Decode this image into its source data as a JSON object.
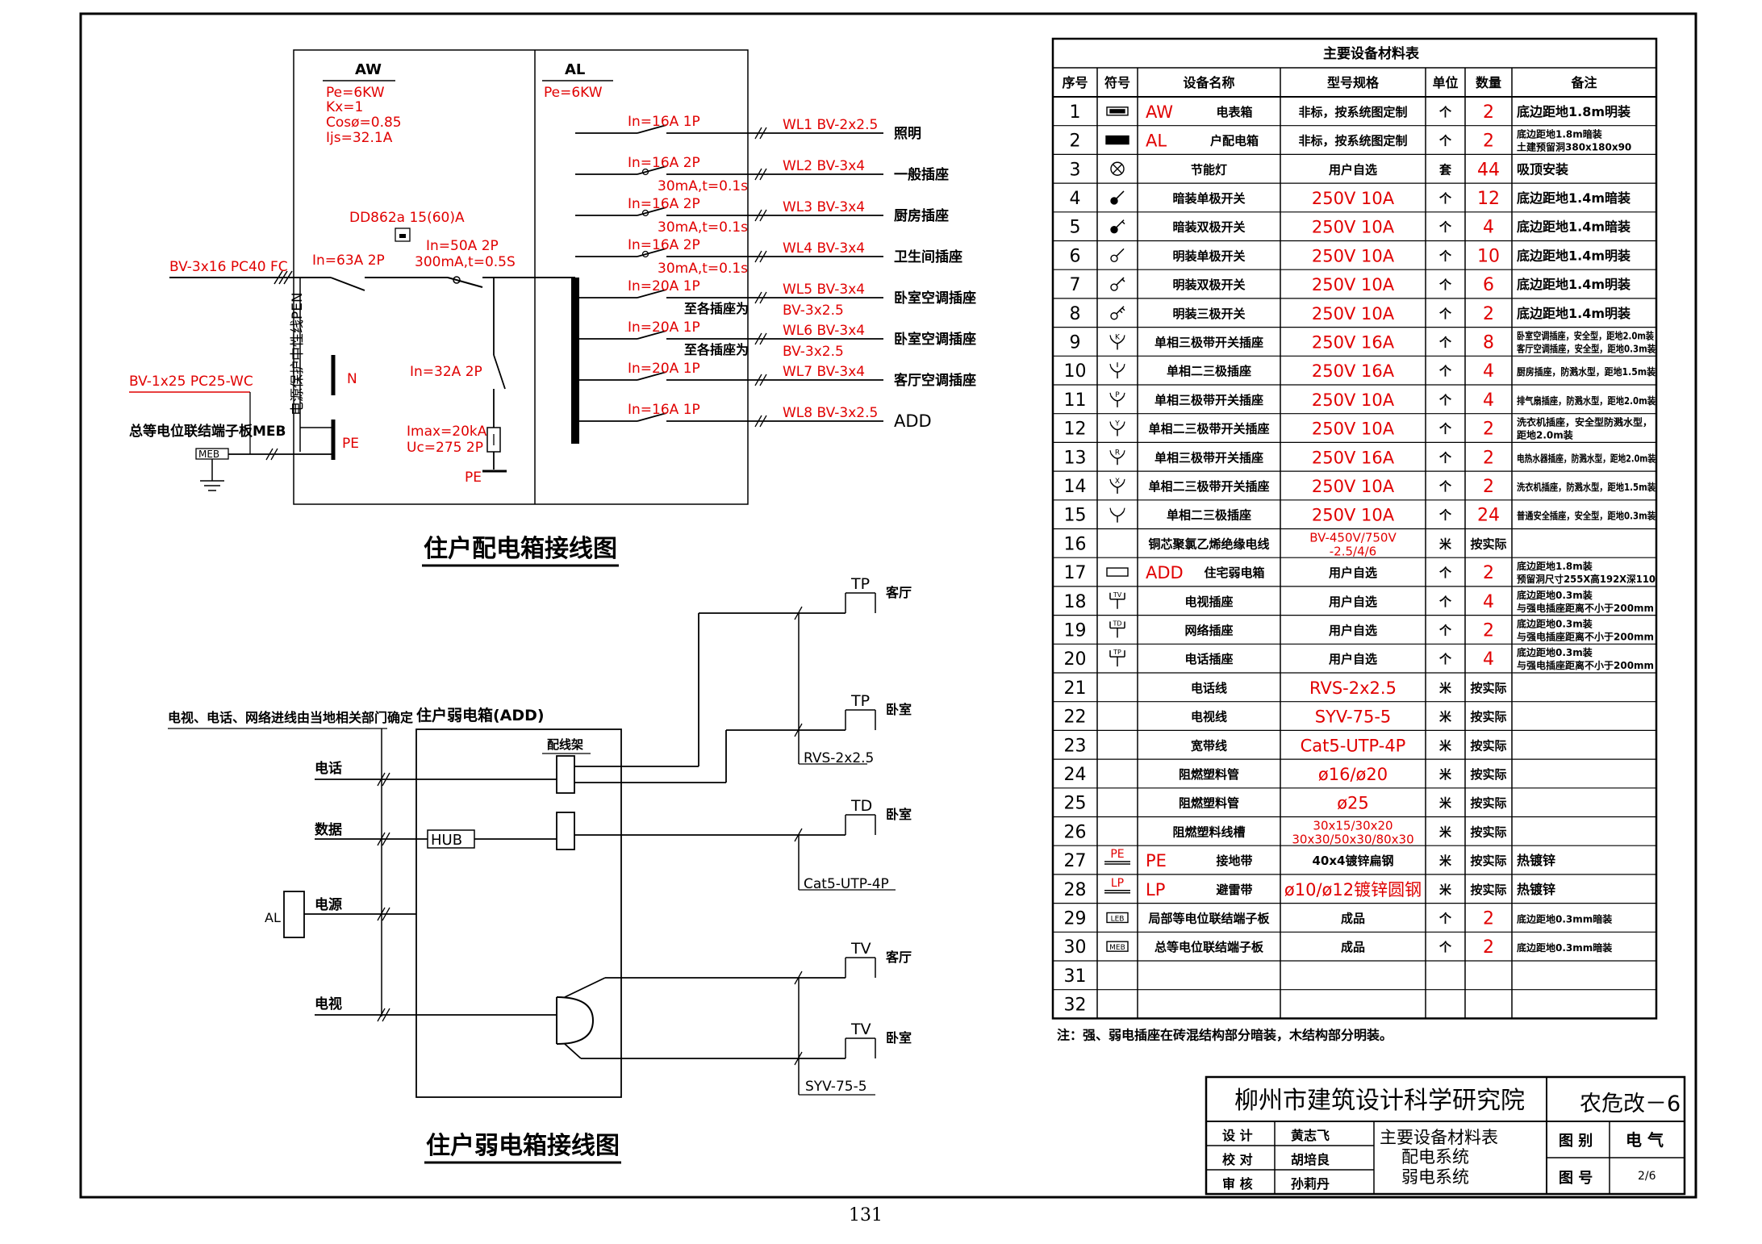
{
  "distribution": {
    "title": "住户配电箱接线图",
    "aw": {
      "label": "AW",
      "pe": "Pe=6KW",
      "kx": "Kx=1",
      "cos": "Cosø=0.85",
      "ijs": "Ijs=32.1A"
    },
    "al": {
      "label": "AL",
      "pe": "Pe=6KW"
    },
    "incoming_cable": "BV-3x16 PC40 FC",
    "ground_cable": "BV-1x25 PC25-WC",
    "meb_label": "总等电位联结端子板MEB",
    "meb_box": "MEB",
    "meter": "DD862a 15(60)A",
    "main_breaker": "In=63A 2P",
    "rcd_1": "In=50A 2P",
    "rcd_2": "300mA,t=0.5S",
    "spd_breaker": "In=32A 2P",
    "spd_1": "Imax=20kA",
    "spd_2": "Uc=275  2P",
    "pen_text": "电源保护中性线PEN",
    "n_label": "N",
    "pe_label": "PE",
    "pe_label2": "PE",
    "circuits": [
      {
        "breaker": "In=16A 1P",
        "rcd": "",
        "wire": "WL1 BV-2x2.5",
        "wire2": "",
        "note": "",
        "load": "照明"
      },
      {
        "breaker": "In=16A 2P",
        "rcd": "30mA,t=0.1s",
        "wire": "WL2 BV-3x4",
        "wire2": "",
        "note": "",
        "load": "一般插座"
      },
      {
        "breaker": "In=16A 2P",
        "rcd": "30mA,t=0.1s",
        "wire": "WL3 BV-3x4",
        "wire2": "",
        "note": "",
        "load": "厨房插座"
      },
      {
        "breaker": "In=16A 2P",
        "rcd": "30mA,t=0.1s",
        "wire": "WL4 BV-3x4",
        "wire2": "",
        "note": "",
        "load": "卫生间插座"
      },
      {
        "breaker": "In=20A 1P",
        "rcd": "",
        "wire": "WL5 BV-3x4",
        "wire2": "BV-3x2.5",
        "note": "至各插座为",
        "load": "卧室空调插座"
      },
      {
        "breaker": "In=20A 1P",
        "rcd": "",
        "wire": "WL6 BV-3x4",
        "wire2": "BV-3x2.5",
        "note": "至各插座为",
        "load": "卧室空调插座"
      },
      {
        "breaker": "In=20A 1P",
        "rcd": "",
        "wire": "WL7 BV-3x4",
        "wire2": "",
        "note": "",
        "load": "客厅空调插座"
      },
      {
        "breaker": "In=16A 1P",
        "rcd": "",
        "wire": "WL8 BV-3x2.5",
        "wire2": "",
        "note": "",
        "load": "ADD"
      }
    ]
  },
  "weak_current": {
    "title": "住户弱电箱接线图",
    "note": "电视、电话、网络进线由当地相关部门确定",
    "box": "住户弱电箱(ADD)",
    "patch": "配线架",
    "hub": "HUB",
    "al": "AL",
    "inputs": [
      "电话",
      "数据",
      "电源",
      "电视"
    ],
    "outlets": [
      {
        "tag": "TP",
        "room": "客厅"
      },
      {
        "tag": "TP",
        "room": "卧室"
      },
      {
        "tag": "TD",
        "room": "卧室"
      },
      {
        "tag": "TV",
        "room": "客厅"
      },
      {
        "tag": "TV",
        "room": "卧室"
      }
    ],
    "cables": [
      "RVS-2x2.5",
      "Cat5-UTP-4P",
      "SYV-75-5"
    ]
  },
  "materials": {
    "title": "主要设备材料表",
    "headers": [
      "序号",
      "符号",
      "设备名称",
      "型号规格",
      "单位",
      "数量",
      "备注"
    ],
    "rows": [
      {
        "no": "1",
        "sym": "aw",
        "tag": "AW",
        "name": "电表箱",
        "spec": "非标，按系统图定制",
        "unit": "个",
        "qty": "2",
        "note": "底边距地1.8m明装",
        "note2": ""
      },
      {
        "no": "2",
        "sym": "al",
        "tag": "AL",
        "name": "户配电箱",
        "spec": "非标，按系统图定制",
        "unit": "个",
        "qty": "2",
        "note": "底边距地1.8m暗装",
        "note2": "土建预留洞380x180x90"
      },
      {
        "no": "3",
        "sym": "lamp",
        "tag": "",
        "name": "节能灯",
        "spec": "用户自选",
        "unit": "套",
        "qty": "44",
        "note": "吸顶安装",
        "note2": ""
      },
      {
        "no": "4",
        "sym": "sw1",
        "tag": "",
        "name": "暗装单极开关",
        "spec": "250V 10A",
        "unit": "个",
        "qty": "12",
        "note": "底边距地1.4m暗装",
        "note2": ""
      },
      {
        "no": "5",
        "sym": "sw2",
        "tag": "",
        "name": "暗装双极开关",
        "spec": "250V 10A",
        "unit": "个",
        "qty": "4",
        "note": "底边距地1.4m暗装",
        "note2": ""
      },
      {
        "no": "6",
        "sym": "sw1o",
        "tag": "",
        "name": "明装单极开关",
        "spec": "250V 10A",
        "unit": "个",
        "qty": "10",
        "note": "底边距地1.4m明装",
        "note2": ""
      },
      {
        "no": "7",
        "sym": "sw2o",
        "tag": "",
        "name": "明装双极开关",
        "spec": "250V 10A",
        "unit": "个",
        "qty": "6",
        "note": "底边距地1.4m明装",
        "note2": ""
      },
      {
        "no": "8",
        "sym": "sw3o",
        "tag": "",
        "name": "明装三极开关",
        "spec": "250V 10A",
        "unit": "个",
        "qty": "2",
        "note": "底边距地1.4m明装",
        "note2": ""
      },
      {
        "no": "9",
        "sym": "sk3",
        "tag": "",
        "name": "单相三极带开关插座",
        "spec": "250V 16A",
        "unit": "个",
        "qty": "8",
        "note": "卧室空调插座，安全型，距地2.0m装",
        "note2": "客厅空调插座，安全型，距地0.3m装"
      },
      {
        "no": "10",
        "sym": "sk23",
        "tag": "",
        "name": "单相二三极插座",
        "spec": "250V 16A",
        "unit": "个",
        "qty": "4",
        "note": "厨房插座，防溅水型，距地1.5m装",
        "note2": ""
      },
      {
        "no": "11",
        "sym": "skp",
        "tag": "",
        "name": "单相三极带开关插座",
        "spec": "250V 10A",
        "unit": "个",
        "qty": "4",
        "note": "排气扇插座，防溅水型，距地2.0m装",
        "note2": ""
      },
      {
        "no": "12",
        "sym": "sky",
        "tag": "",
        "name": "单相二三极带开关插座",
        "spec": "250V 10A",
        "unit": "个",
        "qty": "2",
        "note": "洗衣机插座，安全型防溅水型，",
        "note2": "距地2.0m装"
      },
      {
        "no": "13",
        "sym": "skr",
        "tag": "",
        "name": "单相三极带开关插座",
        "spec": "250V 16A",
        "unit": "个",
        "qty": "2",
        "note": "电热水器插座，防溅水型，距地2.0m装",
        "note2": ""
      },
      {
        "no": "14",
        "sym": "skx",
        "tag": "",
        "name": "单相二三极带开关插座",
        "spec": "250V 10A",
        "unit": "个",
        "qty": "2",
        "note": "洗衣机插座，防溅水型，距地1.5m装",
        "note2": ""
      },
      {
        "no": "15",
        "sym": "sk",
        "tag": "",
        "name": "单相二三极插座",
        "spec": "250V 10A",
        "unit": "个",
        "qty": "24",
        "note": "普通安全插座，安全型，距地0.3m装",
        "note2": ""
      },
      {
        "no": "16",
        "sym": "",
        "tag": "",
        "name": "铜芯聚氯乙烯绝缘电线",
        "spec": "BV-450V/750V",
        "spec2": "-2.5/4/6",
        "unit": "米",
        "qty": "按实际",
        "note": "",
        "note2": ""
      },
      {
        "no": "17",
        "sym": "add",
        "tag": "ADD",
        "name": "住宅弱电箱",
        "spec": "用户自选",
        "unit": "个",
        "qty": "2",
        "note": "底边距地1.8m装",
        "note2": "预留洞尺寸255X高192X深110"
      },
      {
        "no": "18",
        "sym": "tv",
        "tag": "",
        "name": "电视插座",
        "spec": "用户自选",
        "unit": "个",
        "qty": "4",
        "note": "底边距地0.3m装",
        "note2": "与强电插座距离不小于200mm"
      },
      {
        "no": "19",
        "sym": "td",
        "tag": "",
        "name": "网络插座",
        "spec": "用户自选",
        "unit": "个",
        "qty": "2",
        "note": "底边距地0.3m装",
        "note2": "与强电插座距离不小于200mm"
      },
      {
        "no": "20",
        "sym": "tp",
        "tag": "",
        "name": "电话插座",
        "spec": "用户自选",
        "unit": "个",
        "qty": "4",
        "note": "底边距地0.3m装",
        "note2": "与强电插座距离不小于200mm"
      },
      {
        "no": "21",
        "sym": "",
        "tag": "",
        "name": "电话线",
        "spec": "RVS-2x2.5",
        "unit": "米",
        "qty": "按实际",
        "note": "",
        "note2": ""
      },
      {
        "no": "22",
        "sym": "",
        "tag": "",
        "name": "电视线",
        "spec": "SYV-75-5",
        "unit": "米",
        "qty": "按实际",
        "note": "",
        "note2": ""
      },
      {
        "no": "23",
        "sym": "",
        "tag": "",
        "name": "宽带线",
        "spec": "Cat5-UTP-4P",
        "unit": "米",
        "qty": "按实际",
        "note": "",
        "note2": ""
      },
      {
        "no": "24",
        "sym": "",
        "tag": "",
        "name": "阻燃塑料管",
        "spec": "ø16/ø20",
        "unit": "米",
        "qty": "按实际",
        "note": "",
        "note2": ""
      },
      {
        "no": "25",
        "sym": "",
        "tag": "",
        "name": "阻燃塑料管",
        "spec": "ø25",
        "unit": "米",
        "qty": "按实际",
        "note": "",
        "note2": ""
      },
      {
        "no": "26",
        "sym": "",
        "tag": "",
        "name": "阻燃塑料线槽",
        "spec": "30x15/30x20",
        "spec2": "30x30/50x30/80x30",
        "unit": "米",
        "qty": "按实际",
        "note": "",
        "note2": ""
      },
      {
        "no": "27",
        "sym": "pe",
        "tag": "PE",
        "name": "接地带",
        "spec": "40x4镀锌扁钢",
        "unit": "米",
        "qty": "按实际",
        "note": "热镀锌",
        "note2": ""
      },
      {
        "no": "28",
        "sym": "lp",
        "tag": "LP",
        "name": "避雷带",
        "spec": "ø10/ø12镀锌圆钢",
        "unit": "米",
        "qty": "按实际",
        "note": "热镀锌",
        "note2": ""
      },
      {
        "no": "29",
        "sym": "leb",
        "tag": "",
        "name": "局部等电位联结端子板",
        "spec": "成品",
        "unit": "个",
        "qty": "2",
        "note": "底边距地0.3mm暗装",
        "note2": ""
      },
      {
        "no": "30",
        "sym": "meb",
        "tag": "",
        "name": "总等电位联结端子板",
        "spec": "成品",
        "unit": "个",
        "qty": "2",
        "note": "底边距地0.3mm暗装",
        "note2": ""
      },
      {
        "no": "31",
        "sym": "",
        "tag": "",
        "name": "",
        "spec": "",
        "unit": "",
        "qty": "",
        "note": "",
        "note2": ""
      },
      {
        "no": "32",
        "sym": "",
        "tag": "",
        "name": "",
        "spec": "",
        "unit": "",
        "qty": "",
        "note": "",
        "note2": ""
      }
    ],
    "footnote": "注：强、弱电插座在砖混结构部分暗装，木结构部分明装。"
  },
  "titleblock": {
    "institute": "柳州市建筑设计科学研究院",
    "project": "农危改－6",
    "roles": [
      "设 计",
      "校 对",
      "审 核"
    ],
    "names": [
      "黄志飞",
      "胡培良",
      "孙莉丹"
    ],
    "contents": [
      "主要设备材料表",
      "配电系统",
      "弱电系统"
    ],
    "cat_label": "图 别",
    "cat_value": "电  气",
    "no_label": "图 号",
    "no_value": "2/6"
  },
  "page_number": "131"
}
